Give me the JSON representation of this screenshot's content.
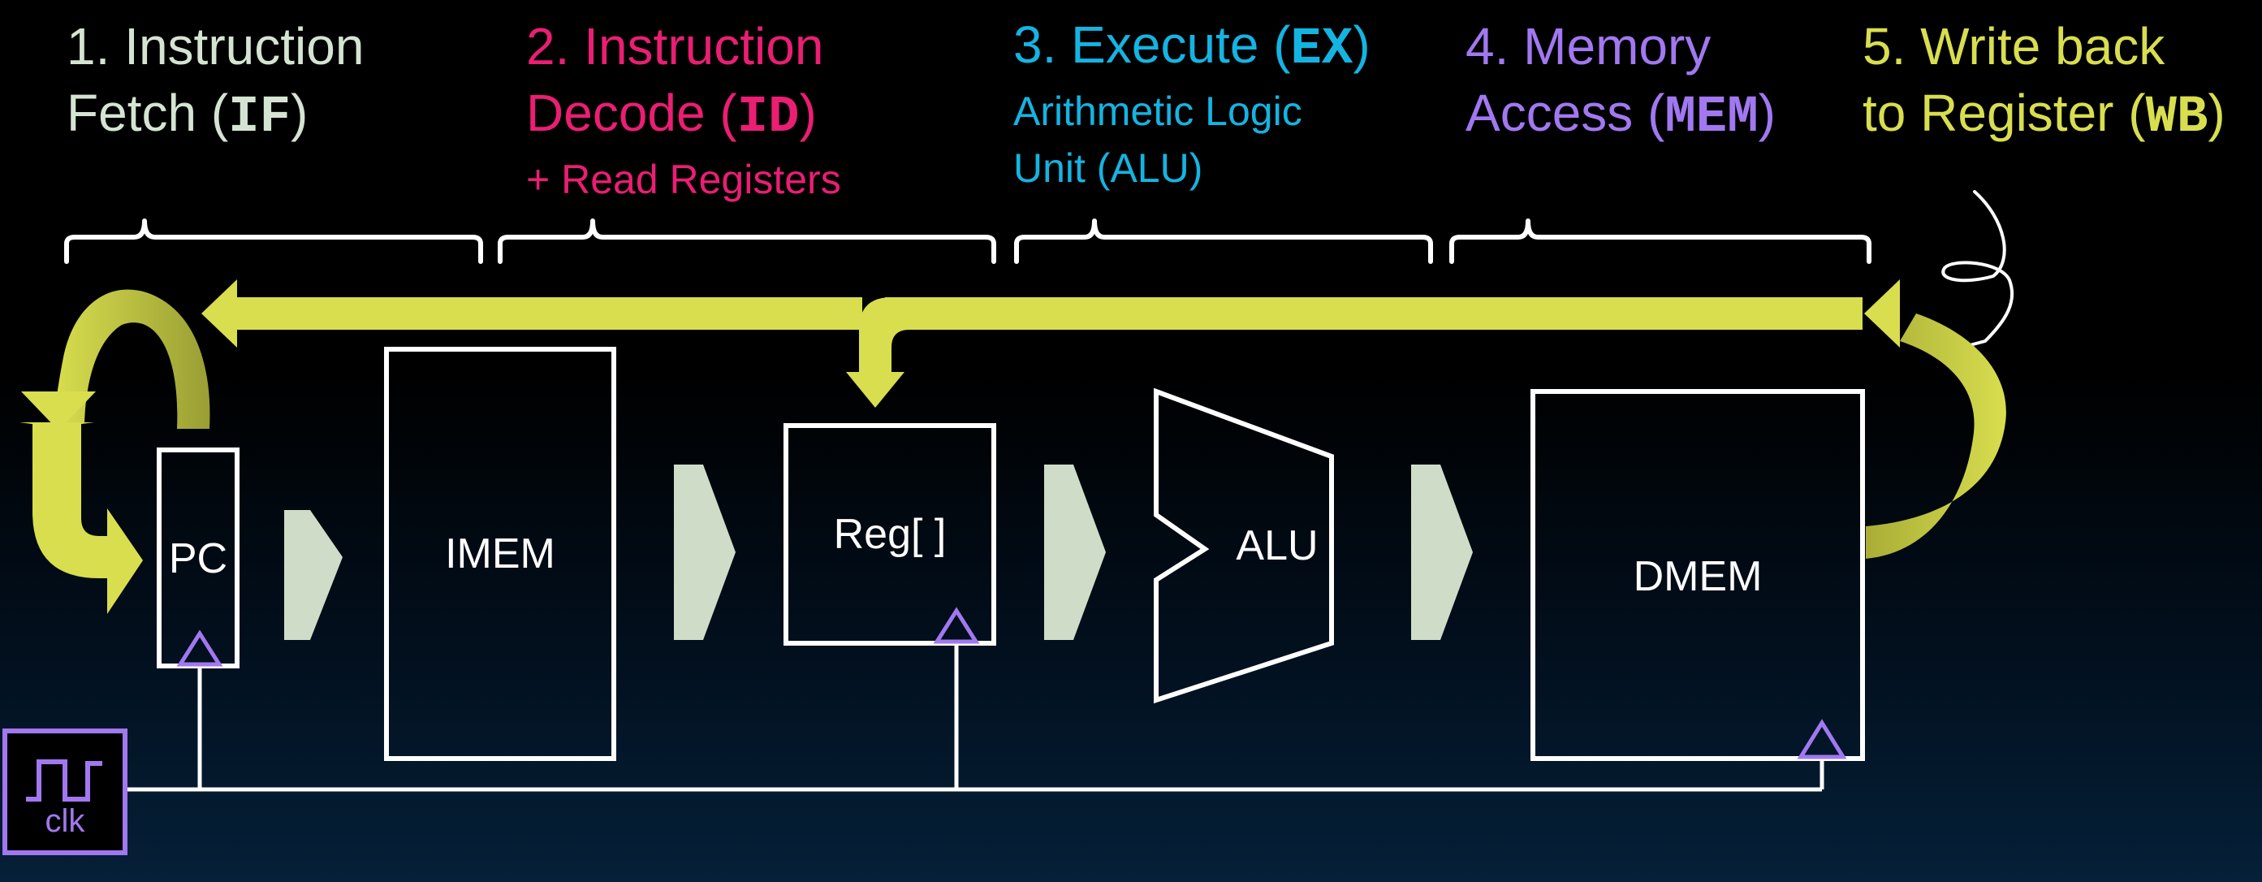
{
  "stages": [
    {
      "number": "1.",
      "title_line1": "Instruction",
      "title_line2": "Fetch (",
      "abbr": "IF",
      "close": ")",
      "color": "#d5e4d2"
    },
    {
      "number": "2.",
      "title_line1": "Instruction",
      "title_line2": "Decode (",
      "abbr": "ID",
      "close": ")",
      "subtitle": "+ Read Registers",
      "color": "#ea1e73"
    },
    {
      "number": "3.",
      "title_line1": "Execute (",
      "abbr": "EX",
      "close": ")",
      "subtitle_line1": "Arithmetic Logic",
      "subtitle_line2": "Unit (ALU)",
      "color": "#14b4e2"
    },
    {
      "number": "4.",
      "title_line1": "Memory",
      "title_line2": "Access (",
      "abbr": "MEM",
      "close": ")",
      "color": "#a178f0"
    },
    {
      "number": "5.",
      "title_line1": "Write back",
      "title_line2": "to Register (",
      "abbr": "WB",
      "close": ")",
      "color": "#d8de4e"
    }
  ],
  "components": {
    "pc": "PC",
    "imem": "IMEM",
    "reg": "Reg[ ]",
    "alu": "ALU",
    "dmem": "DMEM",
    "clk": "clk"
  },
  "colors": {
    "background": "#000000",
    "wire": "#ffffff",
    "feedback_arrow": "#d8de4e",
    "forward_arrow": "#cfddc8",
    "clock": "#a178f0"
  }
}
